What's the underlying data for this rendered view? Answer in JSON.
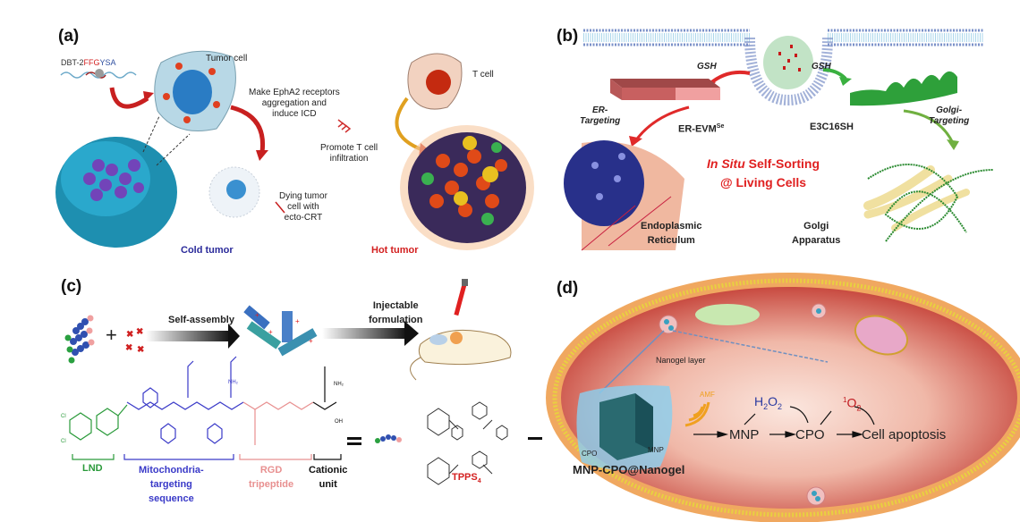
{
  "panels": {
    "a": {
      "label": "(a)",
      "peptide_prefix": "DBT-2",
      "peptide_red": "FFG",
      "peptide_blue": "YSA",
      "tumor_cell": "Tumor cell",
      "step1_line1": "Make EphA2 receptors",
      "step1_line2": "aggregation and",
      "step1_line3": "induce ICD",
      "step2_line1": "Promote T cell",
      "step2_line2": "infiltration",
      "dying_line1": "Dying tumor",
      "dying_line2": "cell with",
      "dying_line3": "ecto-CRT",
      "t_cell": "T cell",
      "cold_tumor": "Cold tumor",
      "hot_tumor": "Hot tumor"
    },
    "b": {
      "label": "(b)",
      "gsh_left": "GSH",
      "gsh_right": "GSH",
      "er_targeting_1": "ER-",
      "er_targeting_2": "Targeting",
      "er_evm": "ER-EVM",
      "er_evm_sup": "Se",
      "e3c16sh": "E3C16SH",
      "golgi_targeting_1": "Golgi-",
      "golgi_targeting_2": "Targeting",
      "center_italic": "In Situ",
      "center_rest": " Self-Sorting",
      "center_line2": "@ Living Cells",
      "er_name_1": "Endoplasmic",
      "er_name_2": "Reticulum",
      "golgi_name_1": "Golgi",
      "golgi_name_2": "Apparatus"
    },
    "c": {
      "label": "(c)",
      "plus": "+",
      "self_assembly": "Self-assembly",
      "injectable_1": "Injectable",
      "injectable_2": "formulation",
      "lnd": "LND",
      "mito_1": "Mitochondria-",
      "mito_2": "targeting",
      "mito_3": "sequence",
      "rgd_1": "RGD",
      "rgd_2": "tripeptide",
      "cationic_1": "Cationic",
      "cationic_2": "unit",
      "equals": "=",
      "tpps": "TPPS",
      "tpps_sub": "4",
      "chem_cl": "Cl",
      "chem_nh2": "NH₂",
      "chem_oh": "OH"
    },
    "d": {
      "label": "(d)",
      "nanogel_layer": "Nanogel layer",
      "amf": "AMF",
      "h2o2_h": "H",
      "h2o2_2a": "2",
      "h2o2_o": "O",
      "h2o2_2b": "2",
      "o2_sup": "1",
      "o2_o": "O",
      "o2_sub": "2",
      "mnp": "MNP",
      "cpo": "CPO",
      "apoptosis": "Cell apoptosis",
      "cpo_small": "CPO",
      "mnp_small": "MNP",
      "composite": "MNP-CPO@Nanogel"
    }
  },
  "colors": {
    "red_label": "#d32020",
    "blue_label": "#2a2a9a",
    "green_label": "#2f9a3a",
    "pink_label": "#e89090",
    "h2o2_blue": "#2a3aa0",
    "o2_red": "#c0181e",
    "amf_orange": "#f0a020"
  }
}
